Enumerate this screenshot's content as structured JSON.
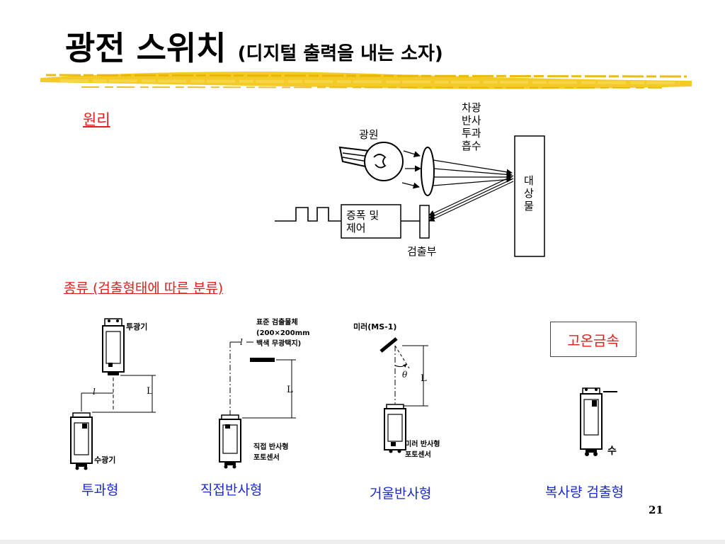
{
  "slide": {
    "title_main": "광전 스위치",
    "title_sub": "(디지털 출력을 내는 소자)",
    "page_number": "21"
  },
  "principle": {
    "heading": "원리",
    "light_source": "광원",
    "blocking_labels": [
      "차광",
      "반사",
      "투과",
      "흡수"
    ],
    "object": [
      "대",
      "상",
      "물"
    ],
    "amplifier": [
      "증폭 및",
      "제어"
    ],
    "detector": "검출부"
  },
  "types": {
    "heading": "종류 (검출형태에 따른 분류)",
    "through_beam": {
      "emitter": "투광기",
      "receiver": "수광기",
      "caption": "투과형",
      "dim_l": "l",
      "dim_L": "L"
    },
    "diffuse": {
      "note": [
        "표준 검출물체",
        "(200×200mm",
        "백색 무광택지)"
      ],
      "sensor": [
        "직접  반사형",
        "포토센서"
      ],
      "caption": "직접반사형",
      "dim_l": "l",
      "dim_L": "L"
    },
    "retro": {
      "mirror": "미러(MS-1)",
      "sensor": [
        "미러  반사형",
        "포토센서"
      ],
      "caption": "거울반사형",
      "angle": "θ",
      "dim_L": "L"
    },
    "radiation": {
      "highlight": "고온금속",
      "receiver_short": "수",
      "caption": "복사량 검출형"
    }
  },
  "colors": {
    "accent_red": "#e0201c",
    "caption_blue": "#1a2ad0",
    "highlight_yellow": "#f2c200"
  }
}
